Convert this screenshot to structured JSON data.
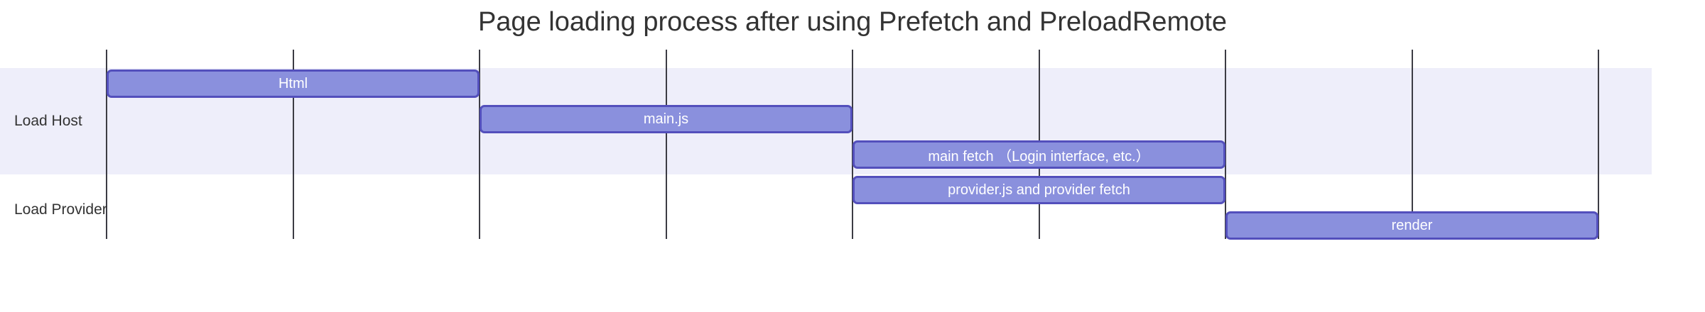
{
  "chart_data": {
    "type": "gantt",
    "title": "Page loading process after using Prefetch and PreloadRemote",
    "axis": {
      "tick_count": 9,
      "tick_labels_visible": false,
      "grid": true,
      "time_range_units": [
        0,
        8
      ]
    },
    "legend_position": "none",
    "sections": [
      {
        "name": "Load Host",
        "tasks": [
          {
            "label": "Html",
            "start": 0,
            "end": 2
          },
          {
            "label": "main.js",
            "start": 2,
            "end": 4
          },
          {
            "label": "main fetch （Login interface, etc.）",
            "start": 4,
            "end": 6
          }
        ]
      },
      {
        "name": "Load Provider",
        "tasks": [
          {
            "label": "provider.js and provider fetch",
            "start": 4,
            "end": 6
          },
          {
            "label": "render",
            "start": 6,
            "end": 8
          }
        ]
      }
    ],
    "colors": {
      "task_fill": "#8A90DD",
      "task_border": "#534FBC",
      "task_text": "#FFFFFF",
      "section_band_load_host": "#EEEEFA",
      "section_band_load_provider": "#FFFFFF",
      "grid_line": "#3C3C44",
      "text": "#333333"
    }
  }
}
